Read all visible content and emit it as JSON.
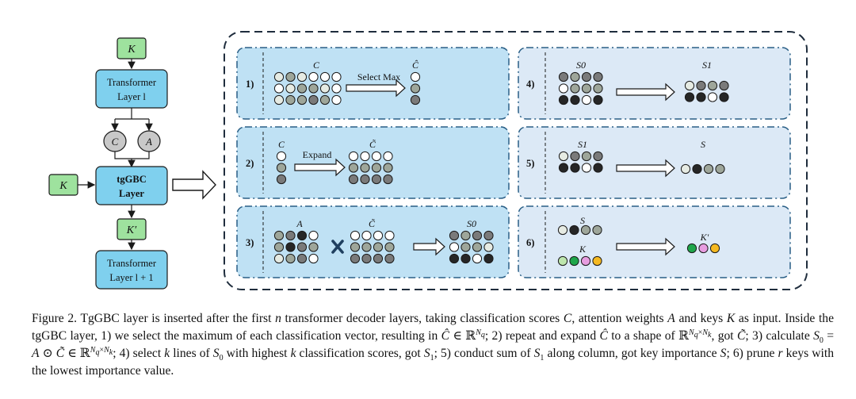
{
  "left": {
    "k_top": "K",
    "transformer_top": [
      "Transformer",
      "Layer l"
    ],
    "c_node": "C",
    "a_node": "A",
    "k_left": "K",
    "tgbc": [
      "tgGBC",
      "Layer"
    ],
    "k_prime": "K′",
    "transformer_bottom": [
      "Transformer",
      "Layer l + 1"
    ]
  },
  "steps": {
    "s1": {
      "num": "1)",
      "label_left": "C",
      "arrow_label": "Select Max",
      "label_right": "Ĉ"
    },
    "s2": {
      "num": "2)",
      "label_left": "C",
      "arrow_label": "Expand",
      "label_right": "C̃"
    },
    "s3": {
      "num": "3)",
      "label_a": "A",
      "label_c": "C̃",
      "label_s": "S0"
    },
    "s4": {
      "num": "4)",
      "label_left": "S0",
      "label_right": "S1"
    },
    "s5": {
      "num": "5)",
      "label_left": "S1",
      "label_right": "S"
    },
    "s6": {
      "num": "6)",
      "label_s": "S",
      "label_k": "K",
      "label_out": "K′"
    }
  },
  "colors": {
    "panel_fill": "#bfe1f4",
    "panel_fill_right": "#dce9f6",
    "box_fill": "#7fd0ee",
    "green": "#9ee29e",
    "gray_node": "#c8c8c8",
    "dot_white": "#ffffff",
    "dot_light": "#e6ebe3",
    "dot_mid": "#9ea69a",
    "dot_gray": "#7a7a7a",
    "dot_black": "#262626",
    "key_green": "#1fa64a",
    "key_pink": "#e79de0",
    "key_yellow": "#f5b921",
    "key_light": "#bde6ad"
  },
  "caption": "Figure 2. TgGBC layer is inserted after the first n transformer decoder layers, taking classification scores C, attention weights A and keys K as input. Inside the tgGBC layer, 1) we select the maximum of each classification vector, resulting in Ĉ ∈ ℝ^Nq; 2) repeat and expand Ĉ to a shape of ℝ^(Nq×Nk), got C̃; 3) calculate S0 = A ⊙ C̃ ∈ ℝ^(Nq×Nk); 4) select k lines of S0 with highest k classification scores, got S1; 5) conduct sum of S1 along column, got key importance S; 6) prune r keys with the lowest importance value."
}
